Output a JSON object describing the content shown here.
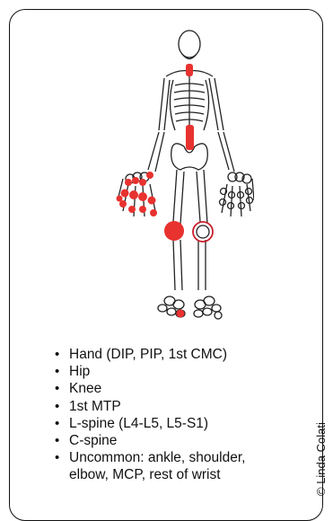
{
  "items": [
    "Hand (DIP, PIP, 1st CMC)",
    "Hip",
    "Knee",
    "1st MTP",
    "L-spine (L4-L5, L5-S1)",
    "C-spine",
    "Uncommon: ankle, shoulder,",
    "elbow, MCP, rest of wrist"
  ],
  "credit": "© Linda Colati",
  "colors": {
    "affected": "#e8322f",
    "outline": "#222222",
    "circle": "#c8202b"
  }
}
